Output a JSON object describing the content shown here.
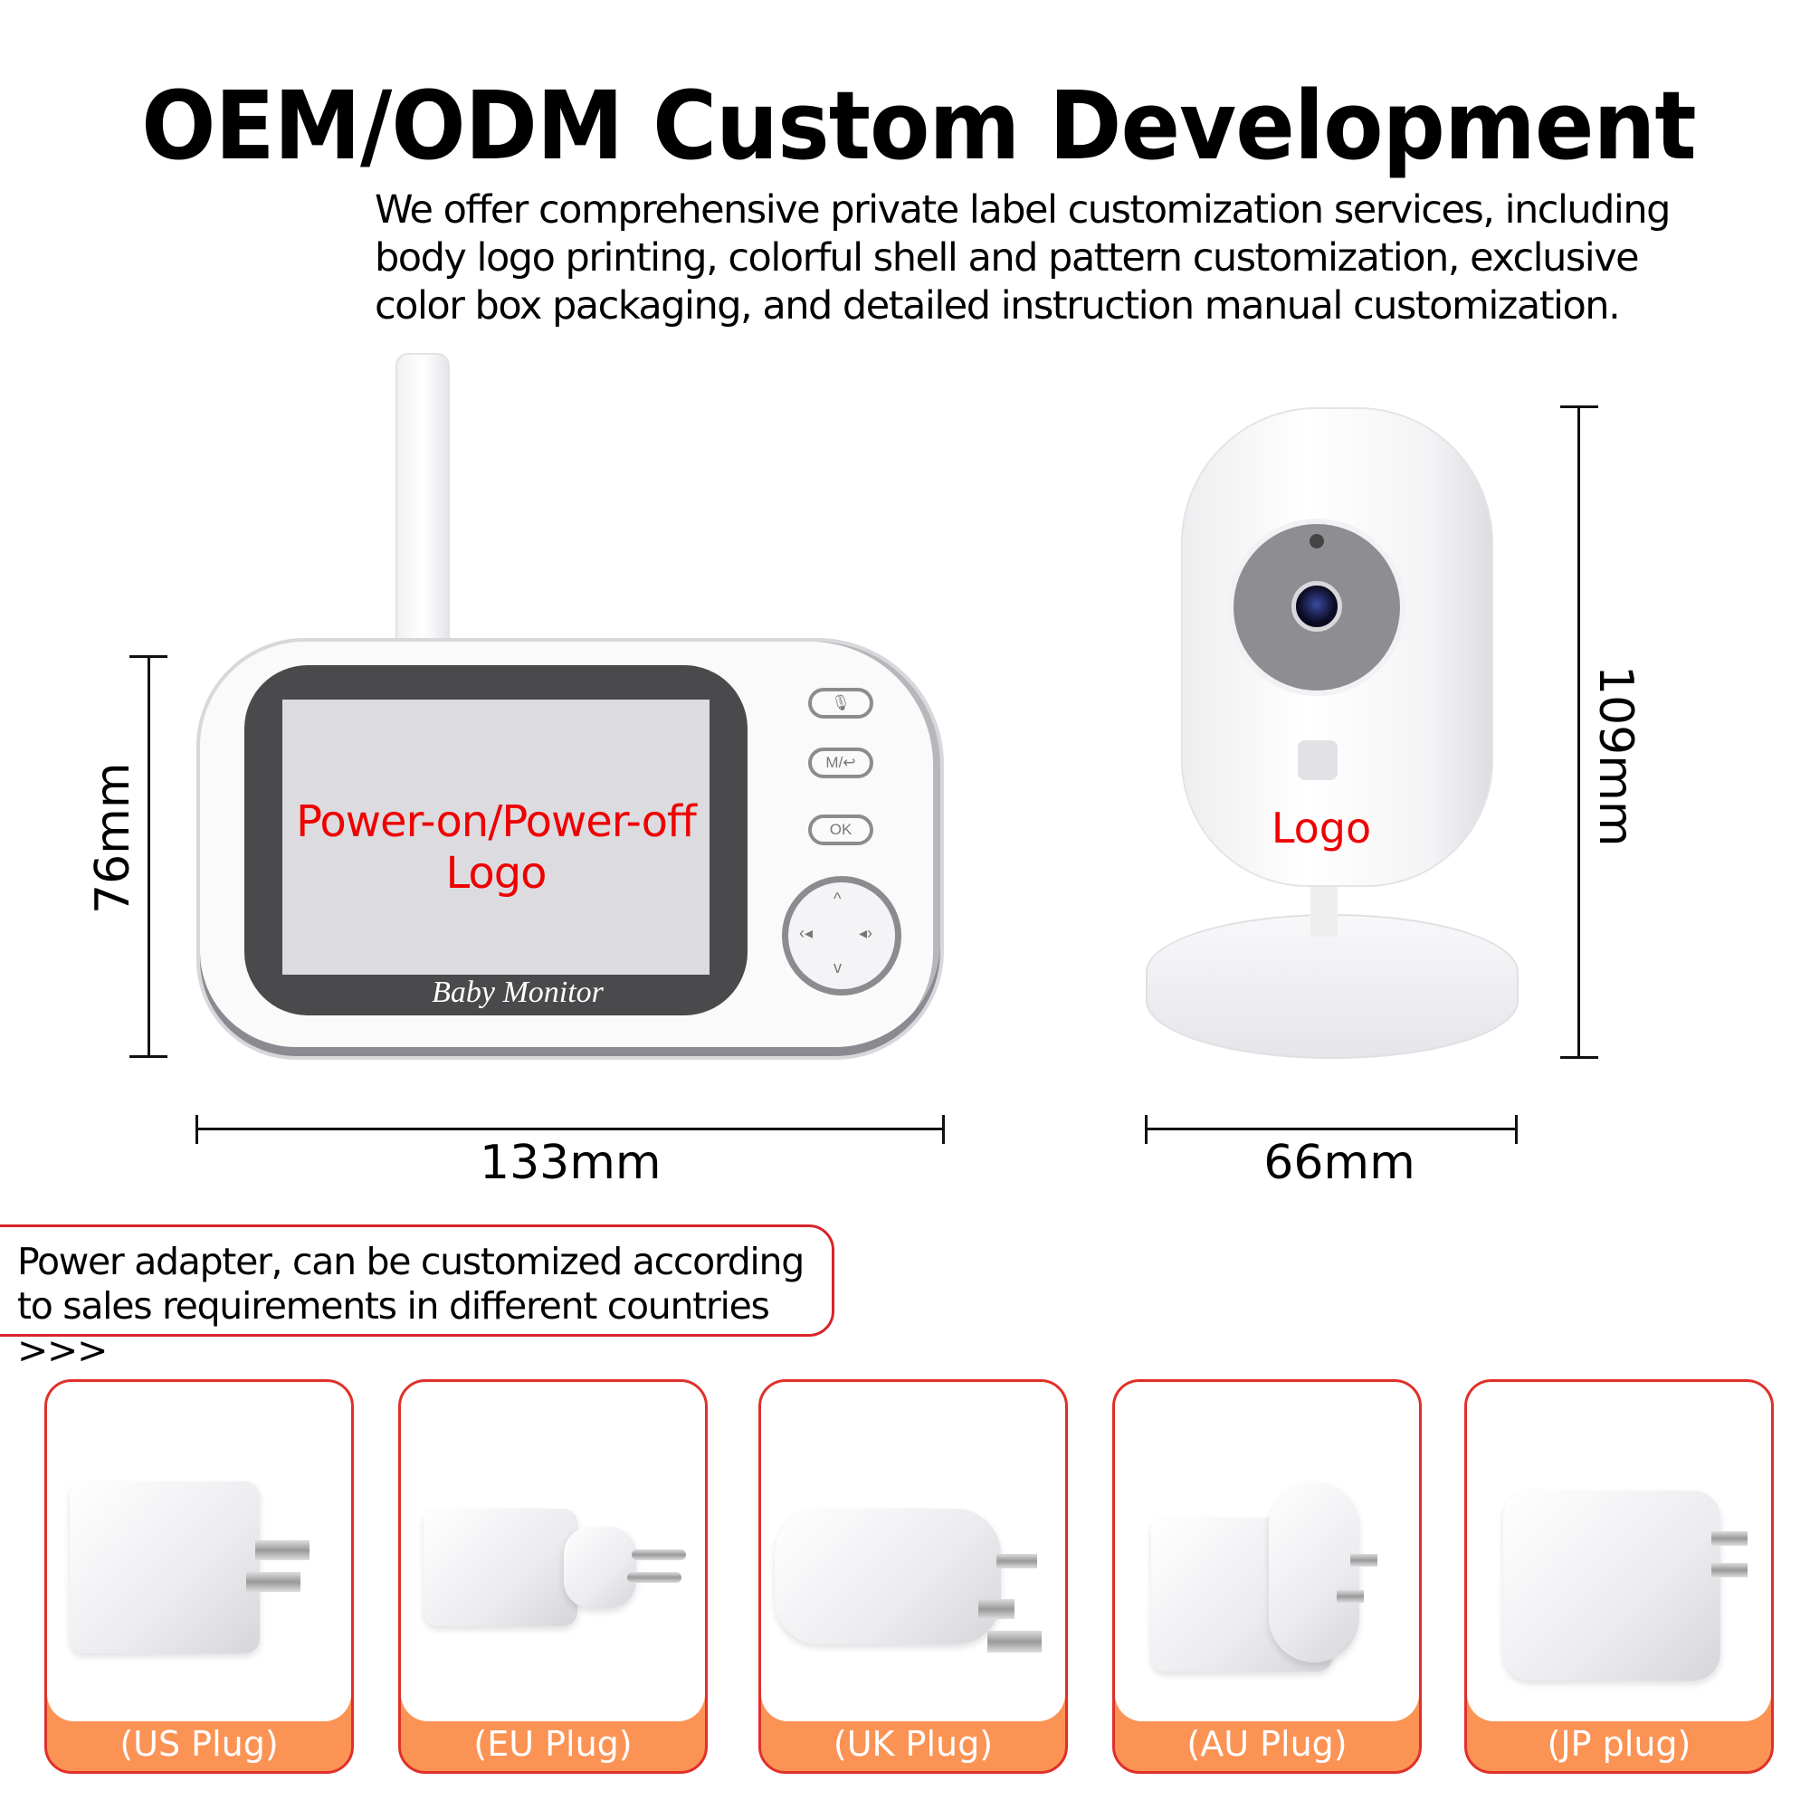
{
  "header": {
    "title": "OEM/ODM Custom Development",
    "subtitle_lines": [
      "We offer comprehensive private label customization services, including",
      "body logo printing, colorful shell and pattern customization, exclusive",
      "color box packaging, and detailed instruction manual customization."
    ]
  },
  "monitor": {
    "screen_text_line1": "Power-on/Power-off",
    "screen_text_line2": "Logo",
    "brand": "Baby Monitor",
    "buttons": {
      "mic": "🎙",
      "menu": "M/↩",
      "ok": "OK"
    },
    "height_label": "76mm",
    "width_label": "133mm"
  },
  "camera": {
    "logo": "Logo",
    "height_label": "109mm",
    "width_label": "66mm"
  },
  "adapter_note": {
    "line1": "Power adapter, can be customized according",
    "line2": "to sales requirements in different countries >>>"
  },
  "plugs": [
    {
      "label": "(US Plug)"
    },
    {
      "label": "(EU Plug)"
    },
    {
      "label": "(UK Plug)"
    },
    {
      "label": "(AU Plug)"
    },
    {
      "label": "(JP plug)"
    }
  ],
  "colors": {
    "accent_red": "#d8232a",
    "logo_red": "#ee0000",
    "card_orange": "#fb9355"
  }
}
